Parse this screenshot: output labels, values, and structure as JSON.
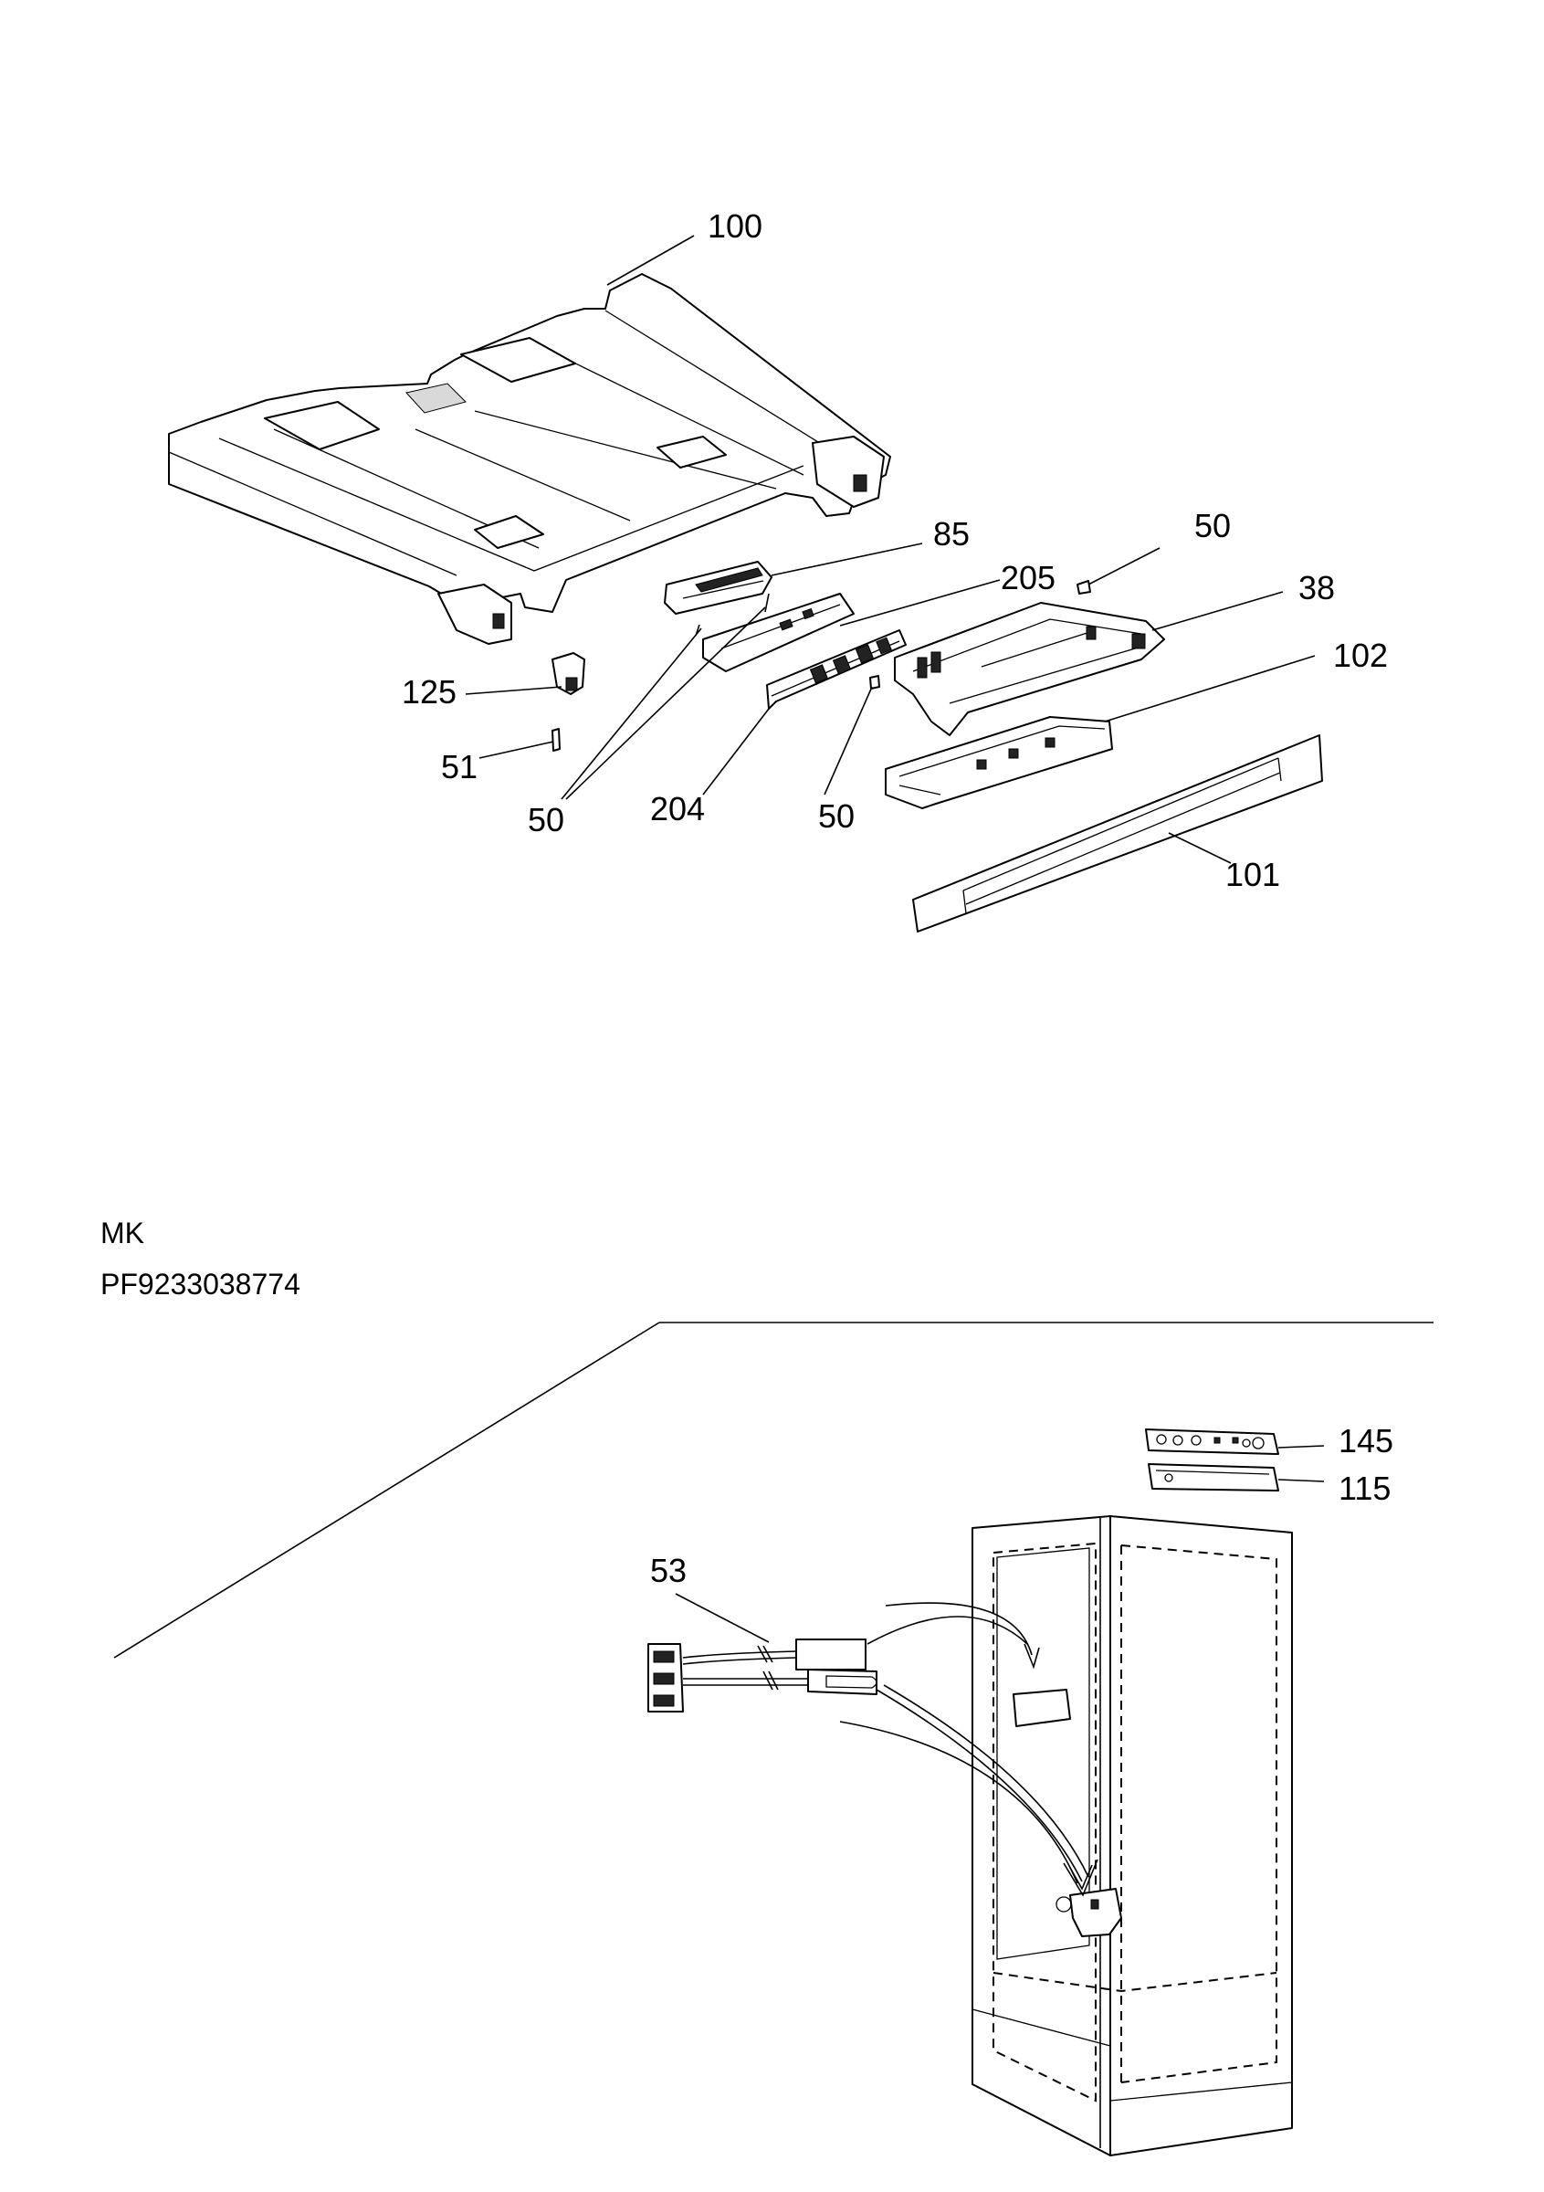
{
  "diagram": {
    "upper_assembly_labels": {
      "p100": "100",
      "p85": "85",
      "p50_top": "50",
      "p205": "205",
      "p38": "38",
      "p102": "102",
      "p125": "125",
      "p51": "51",
      "p50_left": "50",
      "p204": "204",
      "p50_mid": "50",
      "p101": "101"
    },
    "section_header": {
      "code": "MK",
      "part_number": "PF9233038774"
    },
    "lower_assembly_labels": {
      "p145": "145",
      "p115": "115",
      "p53": "53"
    }
  }
}
